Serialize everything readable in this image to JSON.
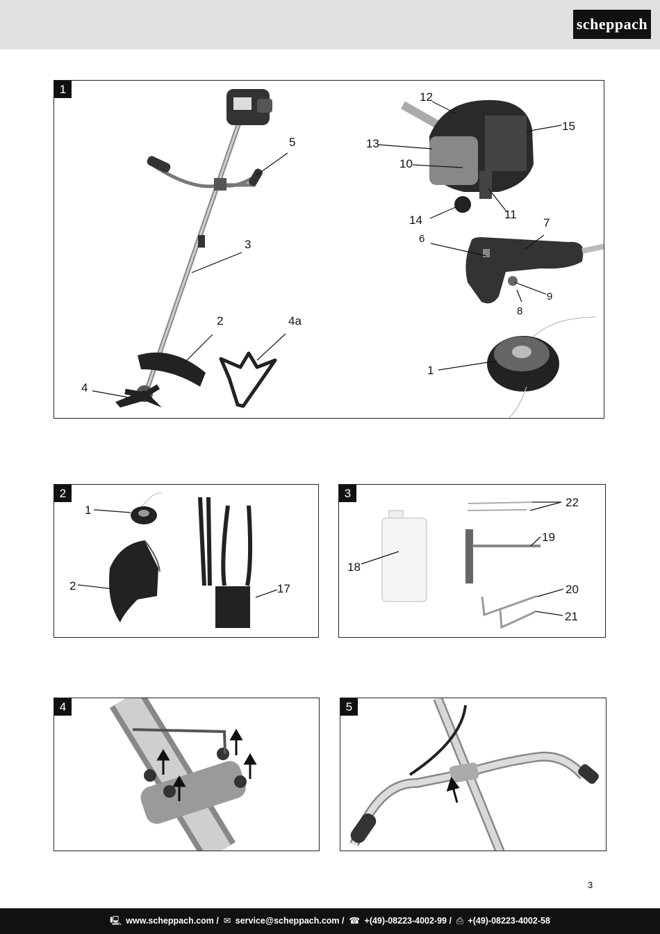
{
  "header": {
    "logo_text": "scheppach"
  },
  "figures": [
    {
      "number": "1",
      "callouts": {
        "c1": "1",
        "c2": "2",
        "c3": "3",
        "c4": "4",
        "c4a": "4a",
        "c5": "5",
        "c6": "6",
        "c7": "7",
        "c8": "8",
        "c9": "9",
        "c10": "10",
        "c11": "11",
        "c12": "12",
        "c13": "13",
        "c14": "14",
        "c15": "15"
      }
    },
    {
      "number": "2",
      "callouts": {
        "c1": "1",
        "c2": "2",
        "c17": "17"
      }
    },
    {
      "number": "3",
      "callouts": {
        "c18": "18",
        "c19": "19",
        "c20": "20",
        "c21": "21",
        "c22": "22"
      }
    },
    {
      "number": "4"
    },
    {
      "number": "5"
    }
  ],
  "page_number": "3",
  "footer": {
    "website": "www.scheppach.com /",
    "email": "service@scheppach.com /",
    "phone": "+(49)-08223-4002-99 /",
    "fax": "+(49)-08223-4002-58"
  },
  "icons": [
    "computer-icon",
    "envelope-icon",
    "phone-icon",
    "fax-icon"
  ]
}
